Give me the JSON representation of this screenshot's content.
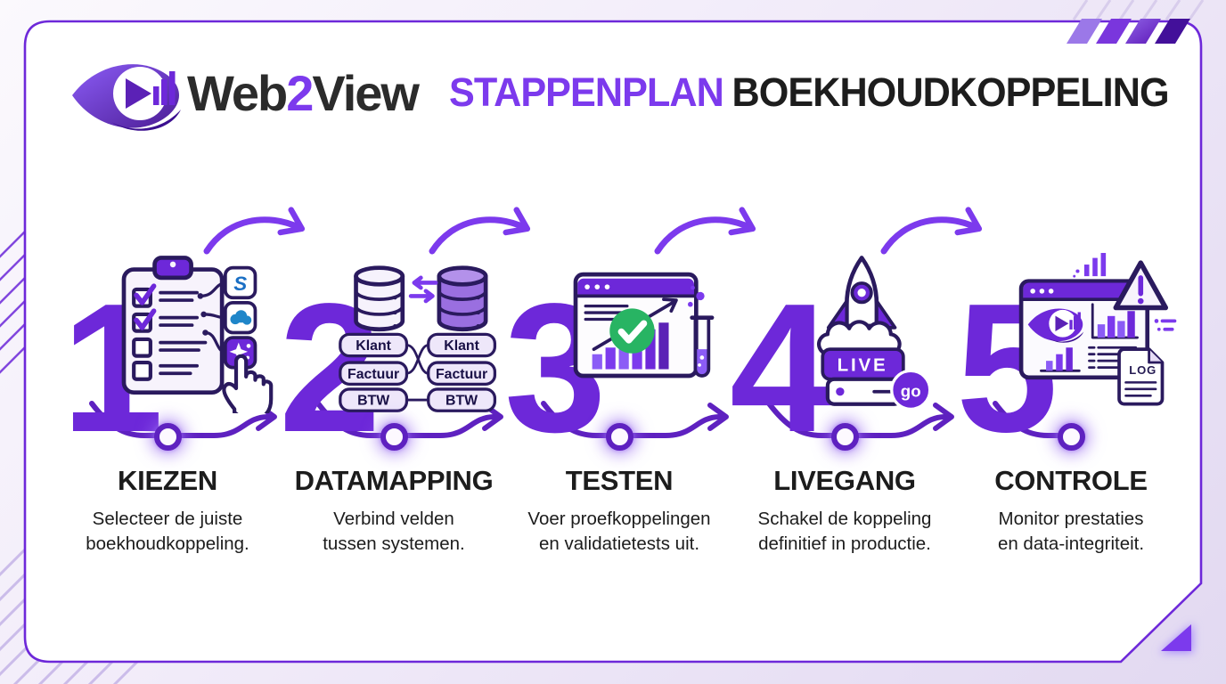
{
  "brand": {
    "prefix": "Web",
    "accent": "2",
    "suffix": "View",
    "logo": "web2view-eye-play-chart"
  },
  "header_title": {
    "accent": "STAPPENPLAN",
    "rest": "BOEKHOUDKOPPELING"
  },
  "colors": {
    "primary": "#6d28d9",
    "accent": "#7c3aed",
    "dark_outline": "#2a1a5e",
    "text_dark": "#1c1c1c",
    "green_check": "#28b463",
    "lavender_fill": "#ece4f8",
    "background": "#f1ebf9"
  },
  "steps": [
    {
      "number": "1",
      "title": "KIEZEN",
      "description": "Selecteer de juiste\nboekhoudkoppeling.",
      "icon": "clipboard-checklist-with-app-choices"
    },
    {
      "number": "2",
      "title": "DATAMAPPING",
      "description": "Verbind velden\ntussen systemen.",
      "icon": "database-sync-field-mapping",
      "fields_left": [
        "Klant",
        "Factuur",
        "BTW"
      ],
      "fields_right": [
        "Klant",
        "Factuur",
        "BTW"
      ]
    },
    {
      "number": "3",
      "title": "TESTEN",
      "description": "Voer proefkoppelingen\nen validatietests uit.",
      "icon": "browser-chart-green-check-testtube"
    },
    {
      "number": "4",
      "title": "LIVEGANG",
      "description": "Schakel de koppeling\ndefinitief in productie.",
      "icon": "rocket-launch-live-server",
      "live_label": "LIVE",
      "go_label": "go"
    },
    {
      "number": "5",
      "title": "CONTROLE",
      "description": "Monitor prestaties\nen data-integriteit.",
      "icon": "monitoring-dashboard-warning-log",
      "log_label": "LOG"
    }
  ]
}
